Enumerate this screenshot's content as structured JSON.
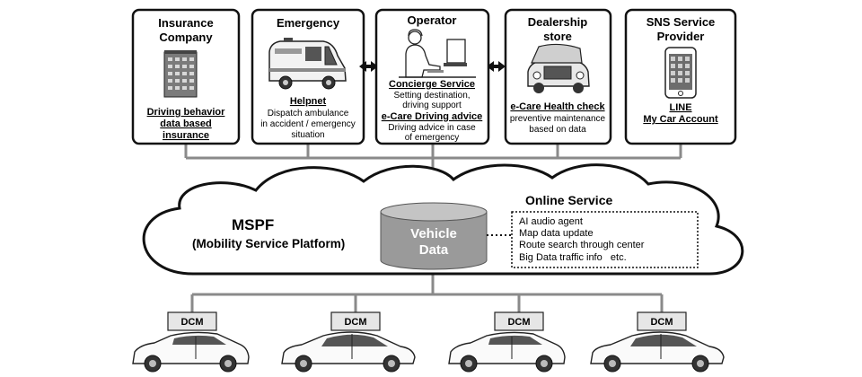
{
  "boxes": {
    "insurance": {
      "title": [
        "Insurance",
        "Company"
      ],
      "link": [
        "Driving behavior",
        "data based",
        "insurance"
      ],
      "icon": "office-building-icon"
    },
    "emergency": {
      "title": [
        "Emergency"
      ],
      "service": "Helpnet",
      "desc": [
        "Dispatch ambulance",
        "in accident / emergency",
        "situation"
      ],
      "icon": "ambulance-icon"
    },
    "operator": {
      "title": [
        "Operator"
      ],
      "service1": "Concierge Service",
      "desc1": [
        "Setting destination,",
        "driving support"
      ],
      "service2": "e-Care Driving advice",
      "desc2": [
        "Driving advice in case",
        "of emergency"
      ],
      "icon": "operator-headset-icon"
    },
    "dealership": {
      "title": [
        "Dealership",
        "store"
      ],
      "service": "e-Care Health check",
      "desc": [
        "preventive maintenance",
        "based on data"
      ],
      "icon": "car-maintenance-icon"
    },
    "sns": {
      "title": [
        "SNS Service",
        "Provider"
      ],
      "service": [
        "LINE",
        "My Car Account"
      ],
      "icon": "smartphone-icon"
    }
  },
  "platform": {
    "name": "MSPF",
    "full_name": "(Mobility Service Platform)"
  },
  "database": {
    "label": [
      "Vehicle",
      "Data"
    ],
    "icon": "database-cylinder-icon"
  },
  "online_service": {
    "title": "Online Service",
    "items": [
      "AI audio agent",
      "Map data update",
      "Route search through center",
      "Big Data traffic info   etc."
    ]
  },
  "vehicles": [
    {
      "dcm": "DCM",
      "icon": "hatchback-car-icon"
    },
    {
      "dcm": "DCM",
      "icon": "sedan-car-icon"
    },
    {
      "dcm": "DCM",
      "icon": "hatchback-car-icon"
    },
    {
      "dcm": "DCM",
      "icon": "sedan-car-icon"
    }
  ],
  "colors": {
    "line": "#8a8a8a",
    "box_border": "#111111",
    "cloud_border": "#111111",
    "db_fill": "#9a9a9a",
    "db_top": "#bdbdbd",
    "dcm_fill": "#e6e6e6"
  }
}
